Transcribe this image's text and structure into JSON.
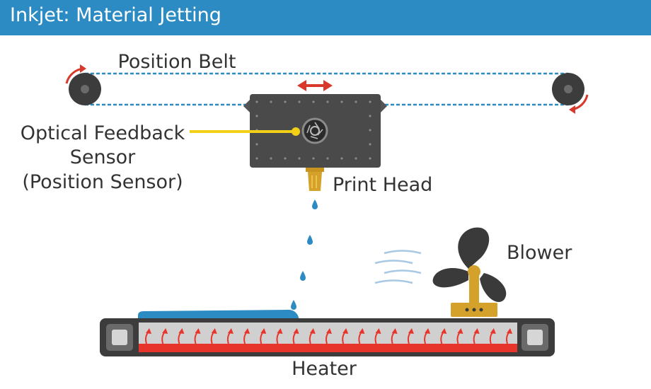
{
  "header": {
    "title": "Inkjet: Material Jetting"
  },
  "labels": {
    "position_belt": "Position Belt",
    "optical_line1": "Optical Feedback",
    "optical_line2": "Sensor",
    "optical_line3": "(Position Sensor)",
    "print_head": "Print Head",
    "blower": "Blower",
    "heater": "Heater"
  },
  "colors": {
    "header": "#2d8bc4",
    "belt": "#2d8bc4",
    "arrow": "#d9392b",
    "carriage": "#4a4a4a",
    "nozzle": "#d4a22a",
    "droplet": "#2d8bc4",
    "feedback_line": "#f2d018",
    "heater_element": "#e8352b",
    "fan": "#333333"
  }
}
